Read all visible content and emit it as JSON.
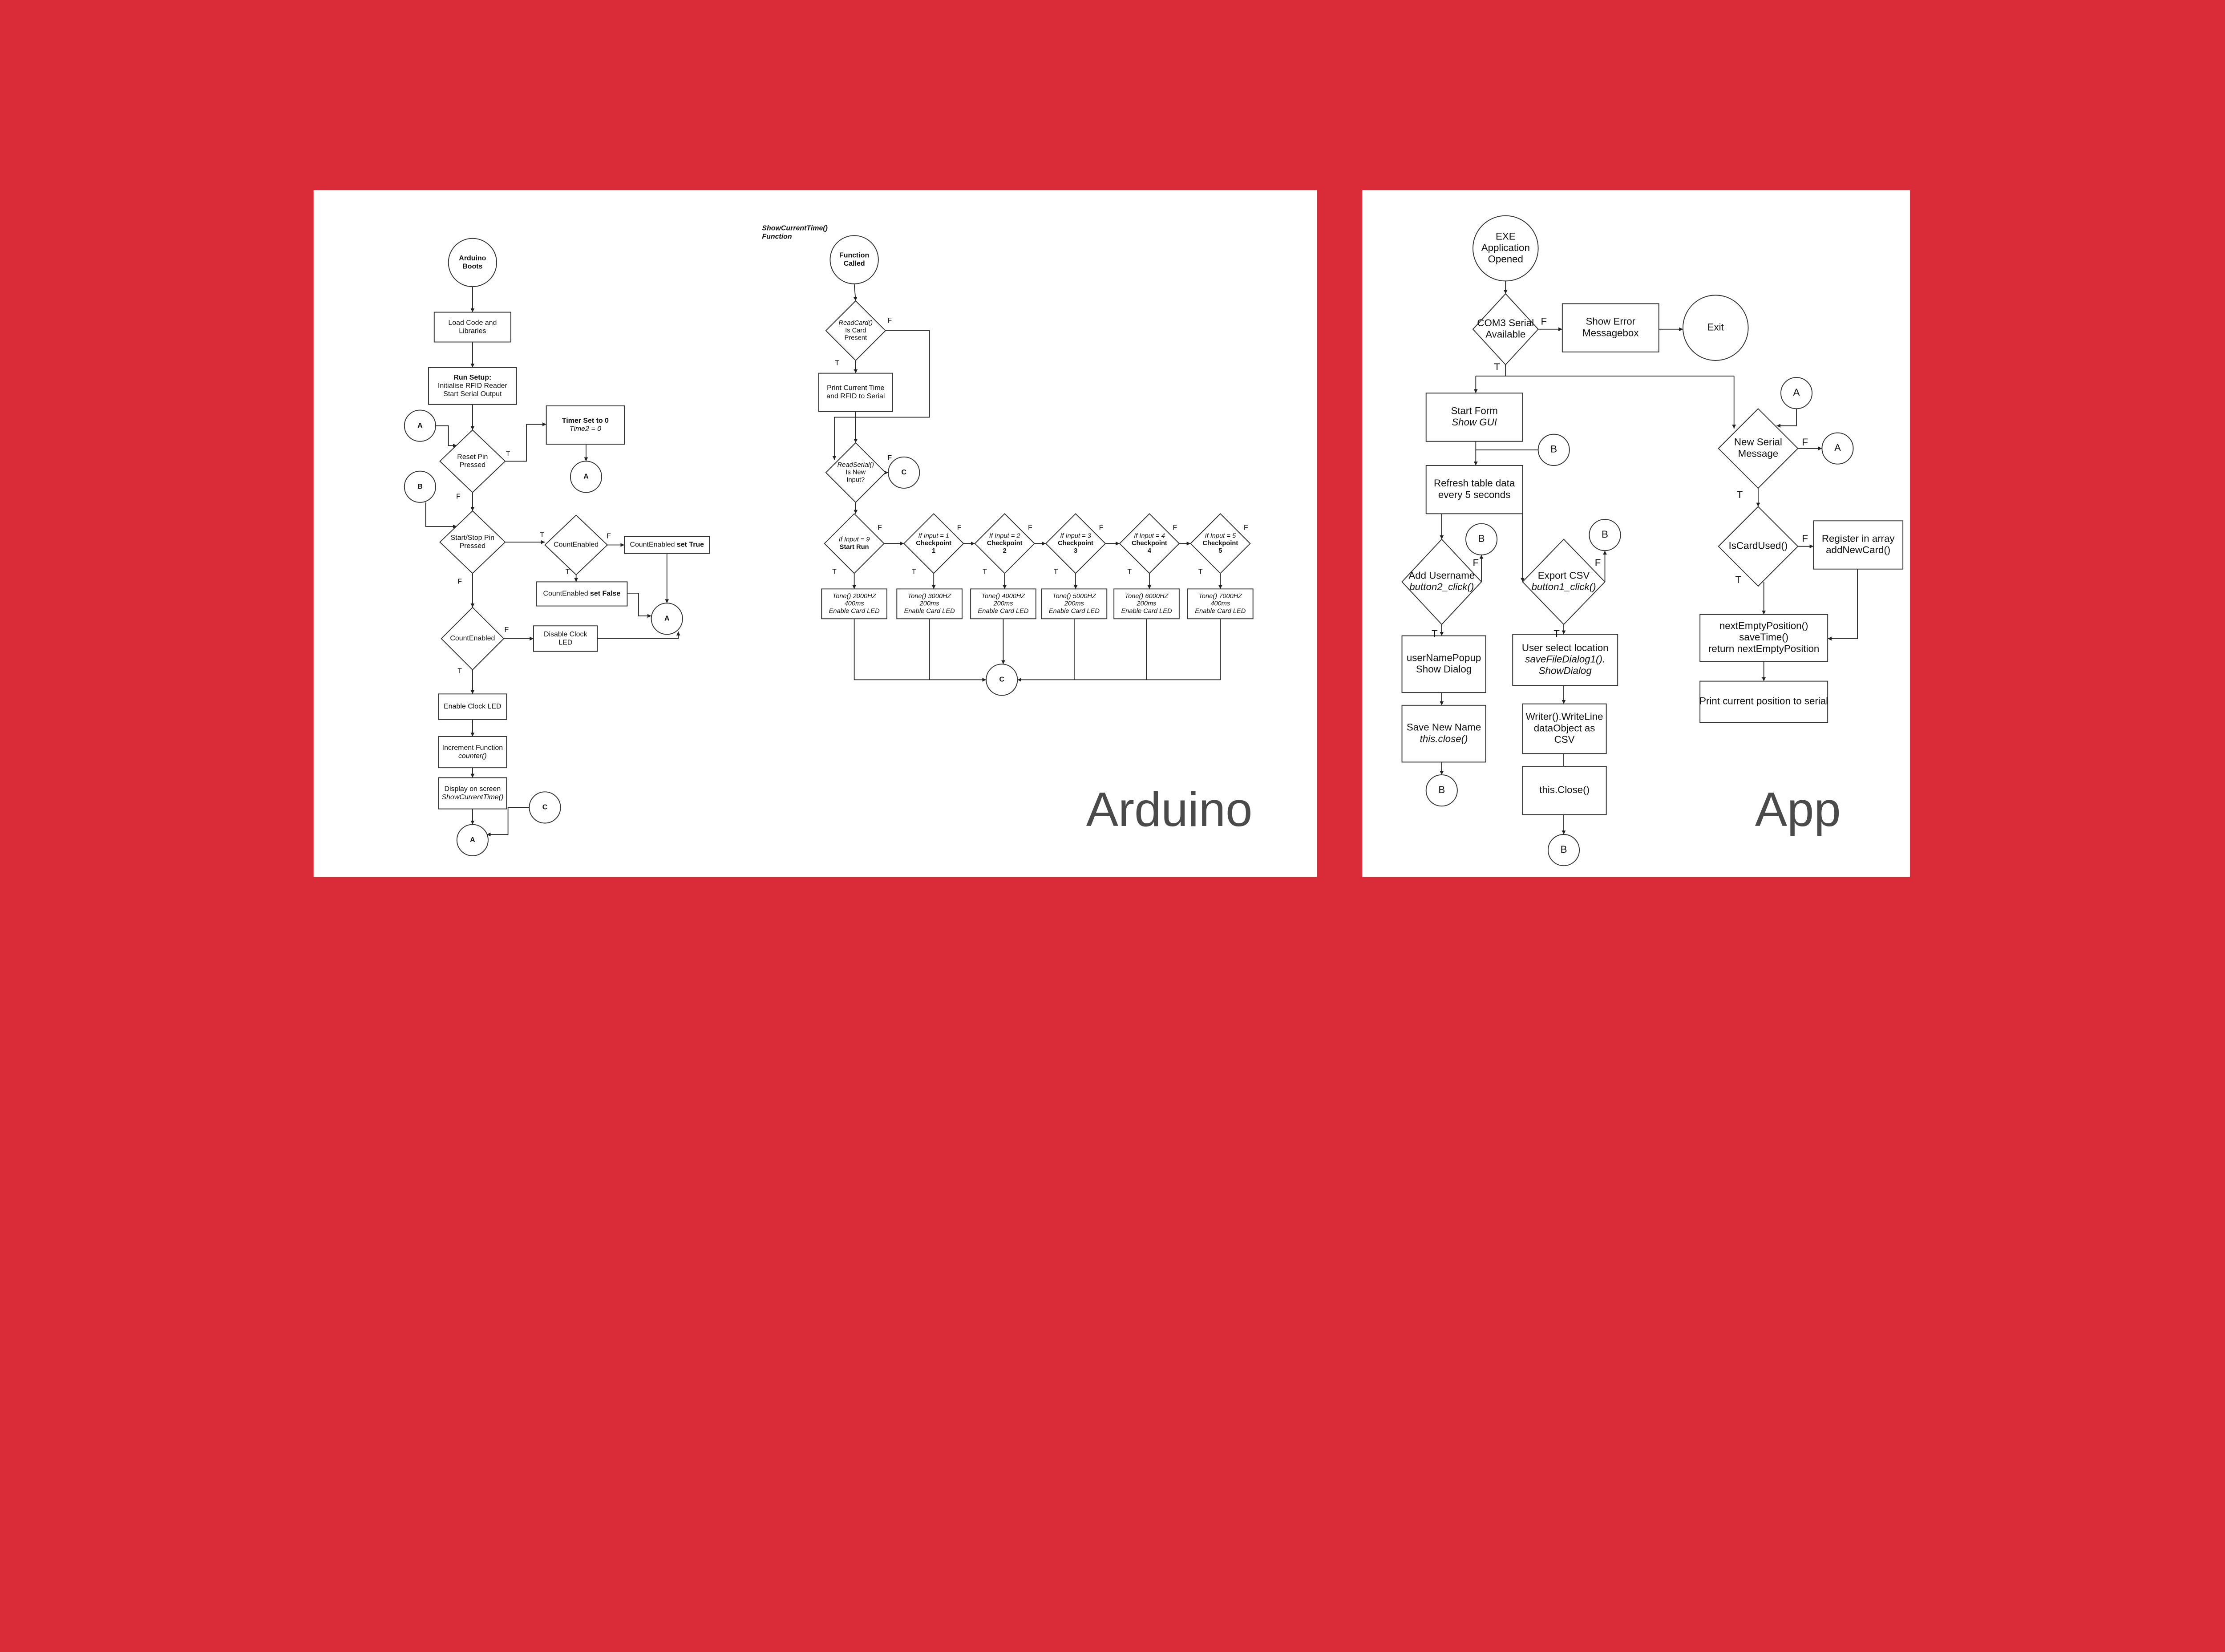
{
  "labels": {
    "true": "T",
    "false": "F"
  },
  "arduino": {
    "panel_label": "Arduino",
    "nodes": {
      "boot": {
        "lines": [
          "Arduino",
          "Boots"
        ]
      },
      "load": {
        "lines": [
          "Load Code and",
          "Libraries"
        ]
      },
      "setup": {
        "lines": [
          "Run Setup:",
          "Initialise RFID Reader",
          "Start Serial Output"
        ]
      },
      "reset": {
        "lines": [
          "Reset Pin",
          "Pressed"
        ]
      },
      "a1": {
        "lines": [
          "A"
        ]
      },
      "timer": {
        "lines": [
          "Timer Set to 0",
          "Time2  = 0"
        ]
      },
      "a2": {
        "lines": [
          "A"
        ]
      },
      "b1": {
        "lines": [
          "B"
        ]
      },
      "startstop": {
        "lines": [
          "Start/Stop Pin",
          "Pressed"
        ]
      },
      "ce1": {
        "lines": [
          "CountEnabled"
        ]
      },
      "setTrue": {
        "lines": [
          [
            "CountEnabled ",
            "set True"
          ]
        ]
      },
      "setFalse": {
        "lines": [
          [
            "CountEnabled ",
            "set False"
          ]
        ]
      },
      "a3": {
        "lines": [
          "A"
        ]
      },
      "ce2": {
        "lines": [
          "CountEnabled"
        ]
      },
      "disable": {
        "lines": [
          "Disable Clock",
          "LED"
        ]
      },
      "enable": {
        "lines": [
          "Enable Clock LED"
        ]
      },
      "inc": {
        "lines": [
          "Increment Function",
          "counter()"
        ]
      },
      "disp": {
        "lines": [
          "Display on screen",
          "ShowCurrentTime()"
        ]
      },
      "c1": {
        "lines": [
          "C"
        ]
      },
      "a4": {
        "lines": [
          "A"
        ]
      }
    },
    "function": {
      "title": [
        "ShowCurrentTime()",
        "Function"
      ],
      "nodes": {
        "fc": {
          "lines": [
            "Function",
            "Called"
          ]
        },
        "rc": {
          "lines": [
            "ReadCard()",
            "Is Card",
            "Present"
          ]
        },
        "print": {
          "lines": [
            "Print Current Time",
            "and RFID to Serial"
          ]
        },
        "rs": {
          "lines": [
            "ReadSerial()",
            "Is New",
            "Input?"
          ]
        },
        "c2": {
          "lines": [
            "C"
          ]
        },
        "d0": {
          "lines": [
            "If Input = 9",
            "Start Run"
          ]
        },
        "d1": {
          "lines": [
            "If Input = 1",
            "Checkpoint",
            "1"
          ]
        },
        "d2": {
          "lines": [
            "If Input = 2",
            "Checkpoint",
            "2"
          ]
        },
        "d3": {
          "lines": [
            "If Input = 3",
            "Checkpoint",
            "3"
          ]
        },
        "d4": {
          "lines": [
            "If Input = 4",
            "Checkpoint",
            "4"
          ]
        },
        "d5": {
          "lines": [
            "If Input = 5",
            "Checkpoint",
            "5"
          ]
        },
        "t0": {
          "lines": [
            "Tone() 2000HZ",
            "400ms",
            "Enable Card LED"
          ]
        },
        "t1": {
          "lines": [
            "Tone() 3000HZ",
            "200ms",
            "Enable Card LED"
          ]
        },
        "t2": {
          "lines": [
            "Tone() 4000HZ",
            "200ms",
            "Enable Card LED"
          ]
        },
        "t3": {
          "lines": [
            "Tone() 5000HZ",
            "200ms",
            "Enable Card LED"
          ]
        },
        "t4": {
          "lines": [
            "Tone() 6000HZ",
            "200ms",
            "Enable Card LED"
          ]
        },
        "t5": {
          "lines": [
            "Tone() 7000HZ",
            "400ms",
            "Enable Card LED"
          ]
        },
        "c3": {
          "lines": [
            "C"
          ]
        }
      }
    }
  },
  "app": {
    "panel_label": "App",
    "nodes": {
      "exe": {
        "lines": [
          "EXE",
          "Application",
          "Opened"
        ]
      },
      "com3": {
        "lines": [
          "COM3 Serial",
          "Available"
        ]
      },
      "err": {
        "lines": [
          "Show Error",
          "Messagebox"
        ]
      },
      "exit": {
        "lines": [
          "Exit"
        ]
      },
      "form": {
        "lines": [
          "Start Form",
          "Show GUI"
        ]
      },
      "bA": {
        "lines": [
          "B"
        ]
      },
      "refresh": {
        "lines": [
          "Refresh table data",
          "every 5 seconds"
        ]
      },
      "addUser": {
        "lines": [
          "Add Username",
          "button2_click()"
        ]
      },
      "bB": {
        "lines": [
          "B"
        ]
      },
      "export": {
        "lines": [
          "Export CSV",
          "button1_click()"
        ]
      },
      "bC": {
        "lines": [
          "B"
        ]
      },
      "popup": {
        "lines": [
          "userNamePopup",
          "Show Dialog"
        ]
      },
      "saveName": {
        "lines": [
          "Save New Name",
          "this.close()"
        ]
      },
      "bD": {
        "lines": [
          "B"
        ]
      },
      "select": {
        "lines": [
          "User select location",
          "saveFileDialog1().",
          "ShowDialog"
        ]
      },
      "writer": {
        "lines": [
          "Writer().WriteLine",
          "dataObject as",
          "CSV"
        ]
      },
      "close": {
        "lines": [
          "this.Close()"
        ]
      },
      "bE": {
        "lines": [
          "B"
        ]
      },
      "aTop": {
        "lines": [
          "A"
        ]
      },
      "newSerial": {
        "lines": [
          "New Serial",
          "Message"
        ]
      },
      "aRight": {
        "lines": [
          "A"
        ]
      },
      "cardUsed": {
        "lines": [
          "IsCardUsed()"
        ]
      },
      "register": {
        "lines": [
          "Register in array",
          "addNewCard()"
        ]
      },
      "nextEmpty": {
        "lines": [
          "nextEmptyPosition()",
          "saveTime()",
          "return nextEmptyPosition"
        ]
      },
      "printPos": {
        "lines": [
          "Print current position to serial"
        ]
      }
    }
  }
}
